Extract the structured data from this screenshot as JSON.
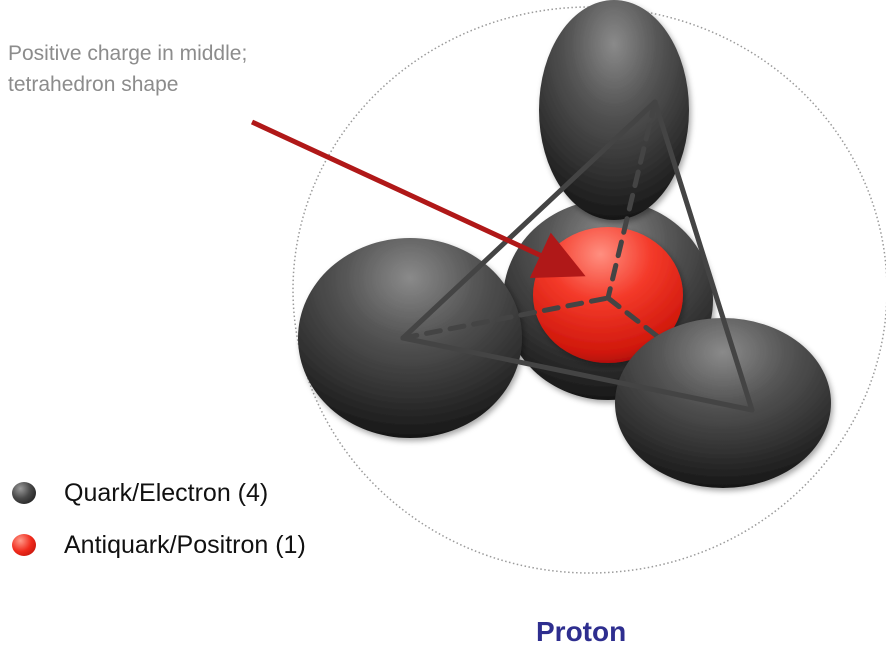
{
  "annotation": {
    "line1": "Positive charge in middle;",
    "line2": "tetrahedron shape"
  },
  "legend": {
    "items": [
      {
        "label": "Quark/Electron (4)",
        "color": "#3a3a3a",
        "icon": "dark-sphere-icon"
      },
      {
        "label": "Antiquark/Positron (1)",
        "color": "#e8241a",
        "icon": "red-sphere-icon"
      }
    ]
  },
  "caption": "Proton",
  "colors": {
    "arrow": "#b01818",
    "caption": "#2e2e8f",
    "edges": "#444444"
  }
}
